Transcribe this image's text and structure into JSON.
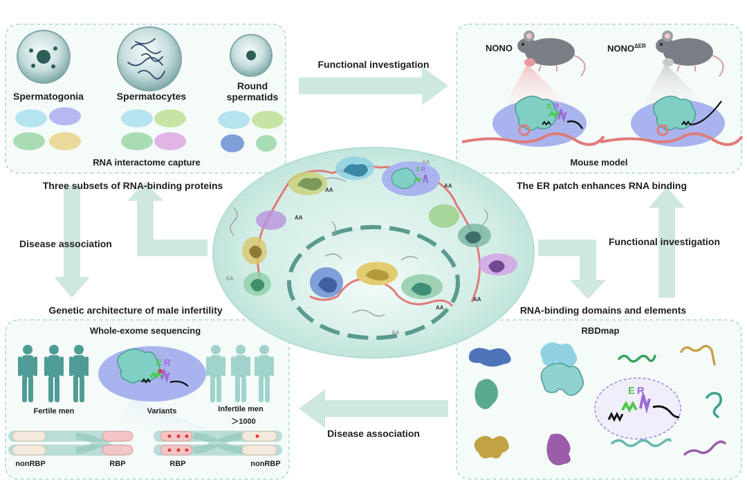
{
  "panels": {
    "rna_capture": {
      "stages": [
        "Spermatogonia",
        "Spermatocytes",
        "Round",
        "spermatids"
      ],
      "title": "RNA interactome capture",
      "caption": "Three subsets of RNA-binding proteins"
    },
    "mouse_model": {
      "wt_label": "NONO",
      "mut_label_base": "NONO",
      "mut_label_sup": "ΔER",
      "title": "Mouse model",
      "caption": "The ER patch enhances RNA binding"
    },
    "wes": {
      "header": "Genetic architecture of male infertility",
      "title": "Whole-exome sequencing",
      "fertile": "Fertile men",
      "variants": "Variants",
      "infertile": "Infertile men",
      "infertile_count": "＞1000",
      "chrom_labels": [
        "nonRBP",
        "RBP",
        "RBP",
        "nonRBP"
      ]
    },
    "rbdmap": {
      "header": "RNA-binding domains and elements",
      "title": "RBDmap"
    }
  },
  "arrows": {
    "top": "Functional investigation",
    "left": "Disease association",
    "right": "Functional investigation",
    "bottom": "Disease association"
  },
  "motif_letters": [
    "E",
    "R"
  ],
  "aa_tag": "AA",
  "colors": {
    "panel_border": "#a8d8cf",
    "panel_bg": "#f4fbf9",
    "arrow": "#cfe7e1",
    "cell": "#cde9e2",
    "rna": "#e07a78",
    "protein_teal": "#7fcfc4",
    "green_motif": "#4cc84c",
    "purple_motif": "#9b6ad6",
    "blue_ellipse": "#a9b4ee"
  }
}
